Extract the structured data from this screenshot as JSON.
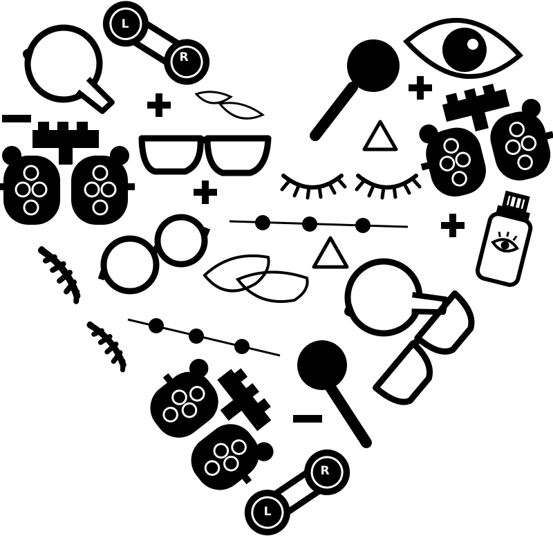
{
  "artwork": {
    "theme": "optometry icons arranged in a heart shape",
    "colors": {
      "ink": "#000000",
      "paper": "#ffffff"
    },
    "case_labels": {
      "left": "L",
      "right": "R"
    }
  }
}
